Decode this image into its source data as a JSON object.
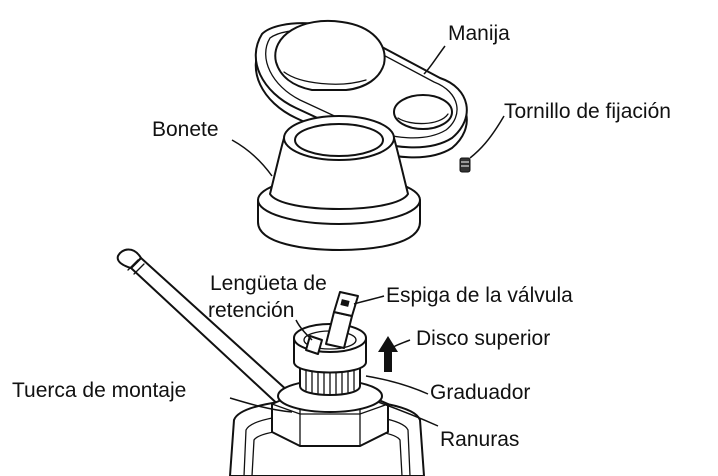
{
  "labels": {
    "handle": "Manija",
    "set_screw": "Tornillo de fijación",
    "bonnet": "Bonete",
    "retention_tab_line1": "Lengüeta de",
    "retention_tab_line2": "retención",
    "valve_stem": "Espiga de la válvula",
    "top_disc": "Disco superior",
    "mounting_nut": "Tuerca de montaje",
    "indexer": "Graduador",
    "slots": "Ranuras"
  },
  "colors": {
    "line": "#111111",
    "background": "#ffffff",
    "shade": "#333333"
  }
}
